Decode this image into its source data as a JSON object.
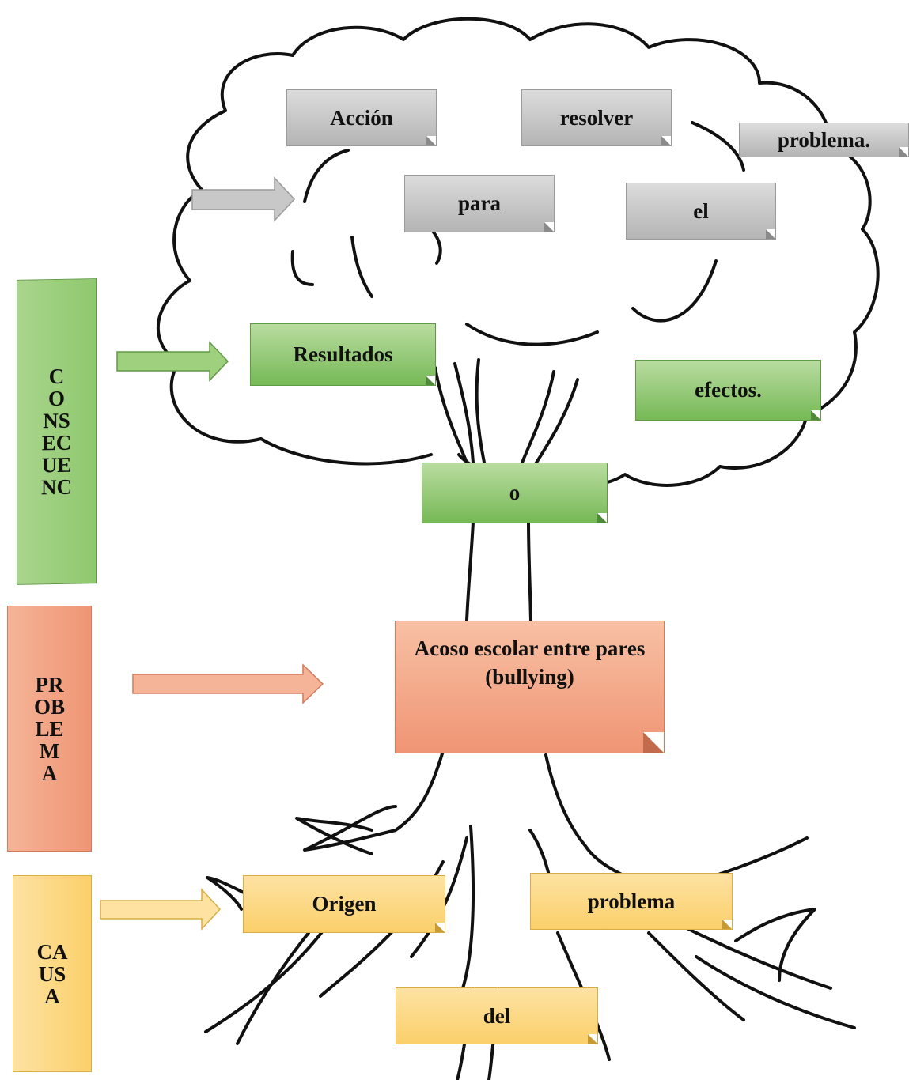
{
  "colors": {
    "gray": "#c8c8c8",
    "green": "#8fc86e",
    "salmon": "#ef9574",
    "yellow": "#fbd06b",
    "outline": "#111111"
  },
  "side_labels": {
    "consequence": "CONSECUENC",
    "problem": "PROBLEMA",
    "cause": "CAUSA"
  },
  "crown": {
    "words": [
      "Acción",
      "resolver",
      "problema.",
      "para",
      "el"
    ]
  },
  "consequences": {
    "words": [
      "Resultados",
      "efectos.",
      "o"
    ]
  },
  "problem": {
    "text": "Acoso escolar entre pares (bullying)"
  },
  "causes": {
    "words": [
      "Origen",
      "problema",
      "del"
    ]
  }
}
